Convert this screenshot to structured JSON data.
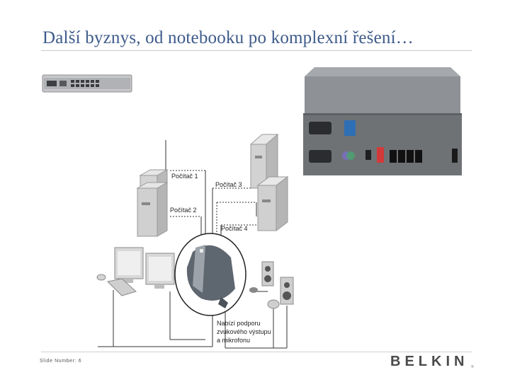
{
  "slide": {
    "title": "Další byznys, od notebooku po komplexní řešení…",
    "slide_number": "Slide Number: 6",
    "brand": "BELKIN",
    "brand_mark": "®"
  },
  "diagram": {
    "computers": [
      "Počítač 1",
      "Počítač 2",
      "Počítač 3",
      "Počítač 4"
    ],
    "audio_note": [
      "Nabízí podporu",
      "zvukového výstupu",
      "a mikrofonu"
    ]
  },
  "colors": {
    "title": "#3d5a8a",
    "brand": "#4a4a4a",
    "device_body": "#6f7275",
    "rule": "#c8c8c8"
  },
  "icons": [
    "rack-kvm-switch",
    "kvm-switch-rear-panel",
    "tower-pc",
    "monitor",
    "keyboard",
    "mouse",
    "kvm-switch-device",
    "speaker",
    "microphone"
  ]
}
